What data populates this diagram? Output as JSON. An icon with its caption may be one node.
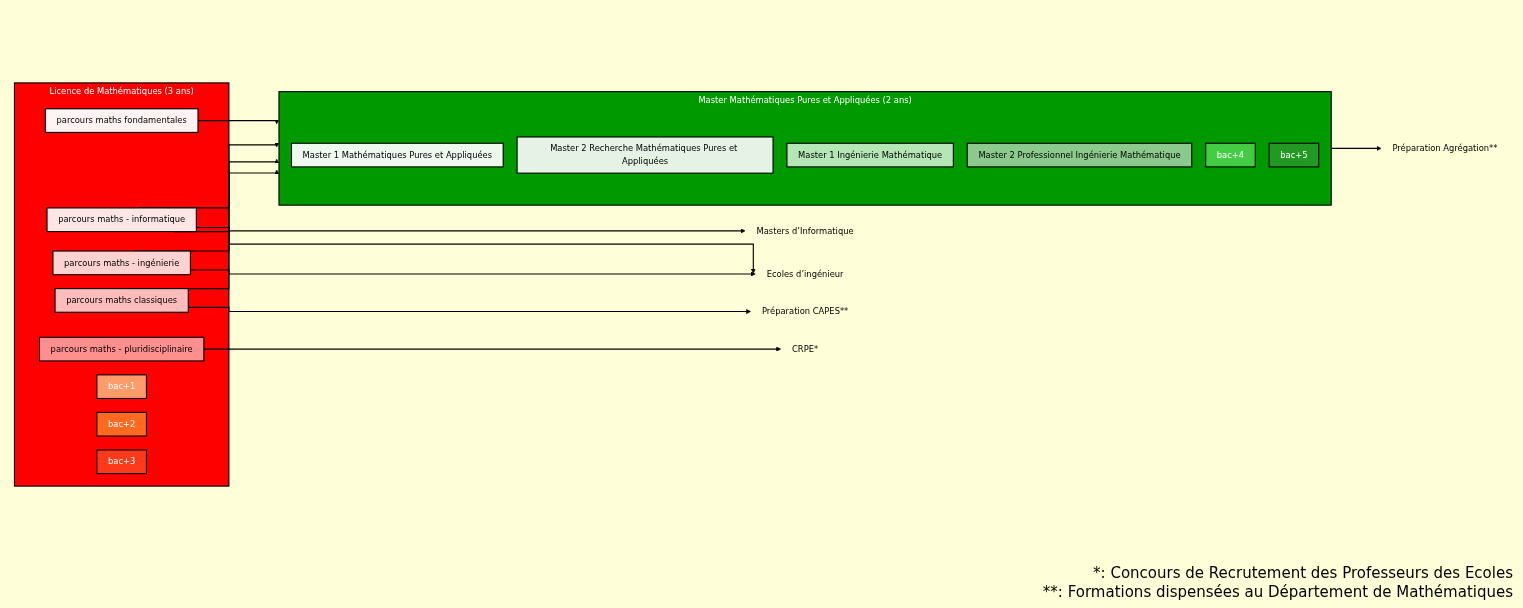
{
  "diagram": {
    "nodes": [
      {
        "text": [
          "Licence de Mathématiques (3 ans)"
        ]
      },
      {
        "text": [
          "parcours maths fondamentales"
        ],
        "in": 0
      },
      {
        "text": [
          "parcours maths - informatique"
        ],
        "in": 0
      },
      {
        "text": [
          "parcours maths - ingénierie"
        ],
        "in": 0
      },
      {
        "text": [
          "parcours maths classiques"
        ],
        "in": 0
      },
      {
        "text": [
          "parcours maths - pluridisciplinaire"
        ],
        "in": 0
      },
      {
        "text": [
          "bac+1"
        ],
        "in": 0
      },
      {
        "text": [
          "bac+2"
        ],
        "in": 0
      },
      {
        "text": [
          "bac+3"
        ],
        "in": 0
      },
      {
        "text": [
          "Master Mathématiques Pures et Appliquées (2 ans)"
        ]
      },
      {
        "text": [
          "Master 1 Mathématiques Pures et Appliquées"
        ],
        "in": 9
      },
      {
        "text": [
          "Master 2 Recherche Mathématiques Pures et Appliquées"
        ],
        "in": 9
      },
      {
        "text": [
          "Master 1 Ingénierie Mathématique"
        ],
        "in": 9
      },
      {
        "text": [
          "Master 2 Professionnel Ingénierie Mathématique"
        ],
        "in": 9
      },
      {
        "text": [
          "bac+4"
        ],
        "in": 9
      },
      {
        "text": [
          "bac+5"
        ],
        "in": 9
      },
      {
        "text": [
          "Masters d’Informatique"
        ]
      },
      {
        "text": [
          "Ecoles d’ingénieur"
        ]
      },
      {
        "text": [
          "Préparation CAPES**"
        ]
      },
      {
        "text": [
          "CRPE*"
        ]
      },
      {
        "text": [
          "Préparation Agrégation**"
        ]
      }
    ],
    "edges": [
      {
        "from": 1,
        "to": 9,
        "arrow": "to"
      },
      {
        "from": 2,
        "to": 9,
        "arrow": "to"
      },
      {
        "from": 2,
        "to": 17,
        "arrow": "to"
      },
      {
        "from": 2,
        "to": 16,
        "arrow": "to"
      },
      {
        "from": 3,
        "to": 9,
        "arrow": "to"
      },
      {
        "from": 3,
        "to": 17,
        "arrow": "to"
      },
      {
        "from": 4,
        "to": 9,
        "arrow": "to"
      },
      {
        "from": 4,
        "to": 18,
        "arrow": "to"
      },
      {
        "from": 5,
        "to": 19,
        "arrow": "to"
      },
      {
        "from": 9,
        "to": 20,
        "arrow": "to"
      }
    ],
    "labels": [
      "*: Concours de Recrutement des Professeurs des Ecoles",
      "**: Formations dispensées au Département de Mathématiques"
    ]
  }
}
